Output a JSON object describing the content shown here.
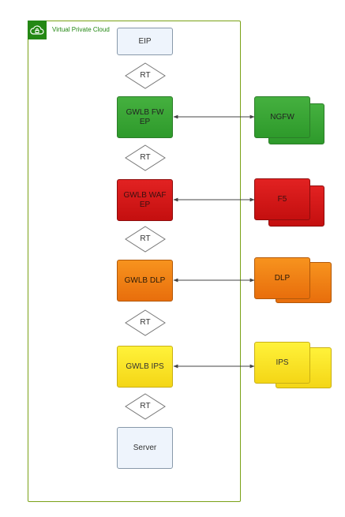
{
  "vpc": {
    "title": "Virtual Private Cloud",
    "icon": "cloud-lock-icon",
    "border_color": "#7aa116",
    "badge_color": "#248814"
  },
  "chain": {
    "eip": "EIP",
    "rt1": "RT",
    "gwlb_fw_l1": "GWLB FW",
    "gwlb_fw_l2": "EP",
    "rt2": "RT",
    "gwlb_waf_l1": "GWLB WAF",
    "gwlb_waf_l2": "EP",
    "rt3": "RT",
    "gwlb_dlp": "GWLB DLP",
    "rt4": "RT",
    "gwlb_ips": "GWLB IPS",
    "rt5": "RT",
    "server": "Server"
  },
  "appliances": {
    "ngfw": "NGFW",
    "f5": "F5",
    "dlp": "DLP",
    "ips": "IPS"
  },
  "colors": {
    "green": "#3aa836",
    "red": "#d41717",
    "orange": "#f08116",
    "yellow": "#fbe428",
    "plain": "#eef4fc"
  }
}
